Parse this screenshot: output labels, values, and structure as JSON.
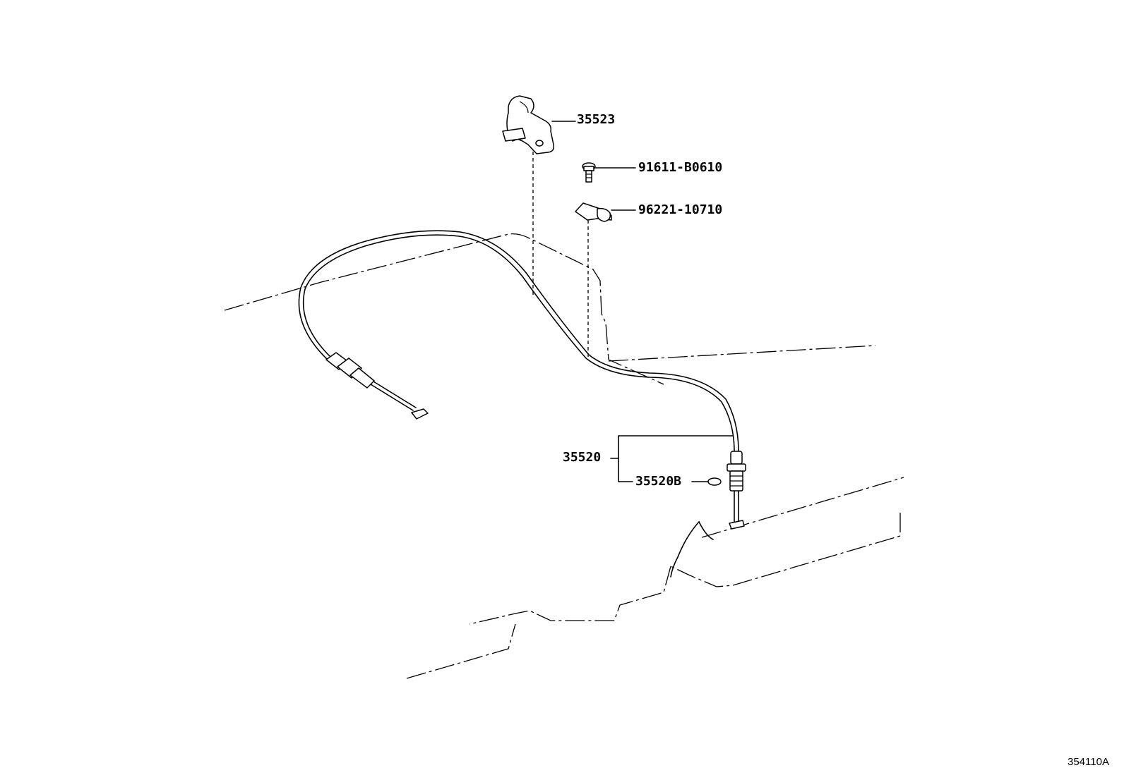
{
  "diagram": {
    "labels": {
      "bracket": "35523",
      "bolt": "91611-B0610",
      "clamp": "96221-10710",
      "cable_assembly": "35520",
      "cable_sub": "35520B"
    },
    "illustration_code": "354110A"
  }
}
